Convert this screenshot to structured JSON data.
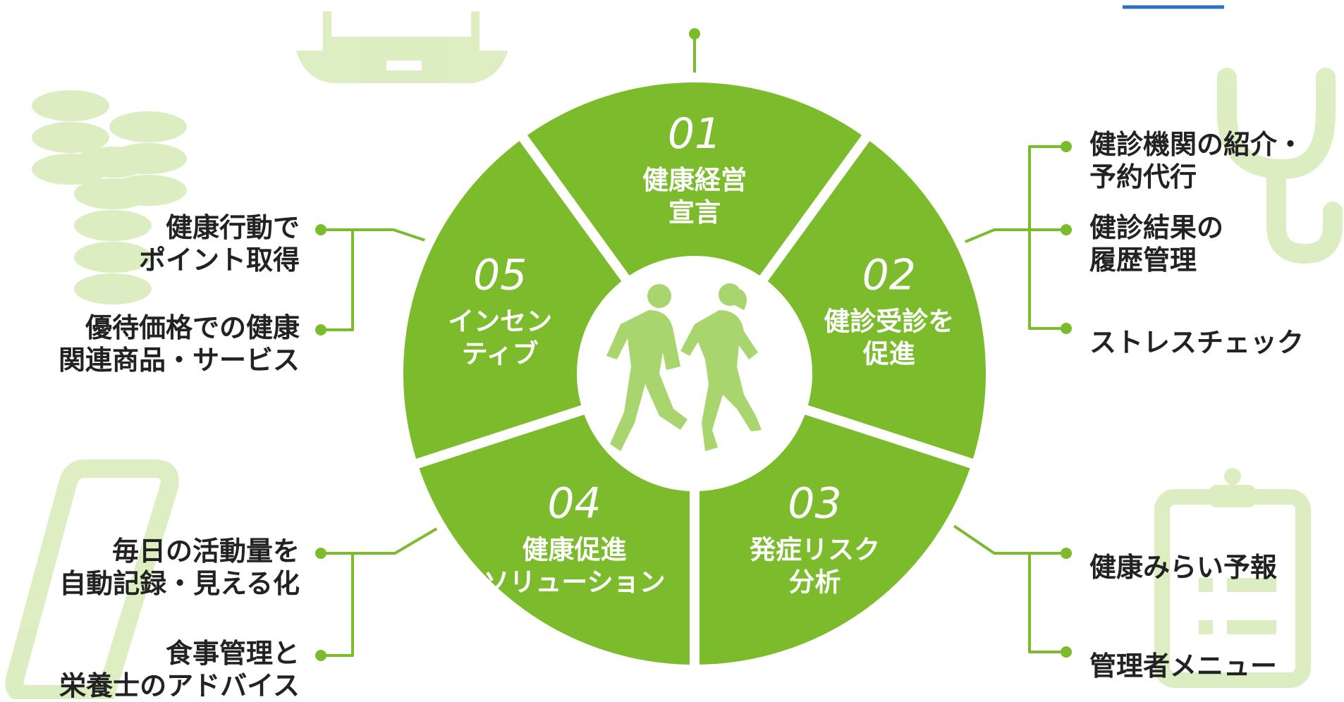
{
  "colors": {
    "segment": "#7cbb2c",
    "segment_border": "#ffffff",
    "center_figure": "#a8d56d",
    "decoration": "#bfe08f",
    "connector": "#7cbb2c",
    "text_dark": "#222222",
    "accent_line": "#2a73c8"
  },
  "center": {
    "icon": "running-people-icon"
  },
  "segments": [
    {
      "number": "01",
      "label_lines": [
        "健康経営",
        "宣言"
      ]
    },
    {
      "number": "02",
      "label_lines": [
        "健診受診を",
        "促進"
      ]
    },
    {
      "number": "03",
      "label_lines": [
        "発症リスク",
        "分析"
      ]
    },
    {
      "number": "04",
      "label_lines": [
        "健康促進",
        "ソリューション"
      ]
    },
    {
      "number": "05",
      "label_lines": [
        "インセン",
        "ティブ"
      ]
    }
  ],
  "left_items": [
    {
      "lines": [
        "健康行動で",
        "ポイント取得"
      ]
    },
    {
      "lines": [
        "優待価格での健康",
        "関連商品・サービス"
      ]
    },
    {
      "lines": [
        "毎日の活動量を",
        "自動記録・見える化"
      ]
    },
    {
      "lines": [
        "食事管理と",
        "栄養士のアドバイス"
      ]
    }
  ],
  "right_items": [
    {
      "lines": [
        "健診機関の紹介・",
        "予約代行"
      ]
    },
    {
      "lines": [
        "健診結果の",
        "履歴管理"
      ]
    },
    {
      "lines": [
        "ストレスチェック"
      ]
    },
    {
      "lines": [
        "健康みらい予報"
      ]
    },
    {
      "lines": [
        "管理者メニュー"
      ]
    }
  ],
  "decorations": [
    "laptop-icon",
    "coins-icon",
    "stethoscope-icon",
    "smartphone-icon",
    "clipboard-icon"
  ]
}
